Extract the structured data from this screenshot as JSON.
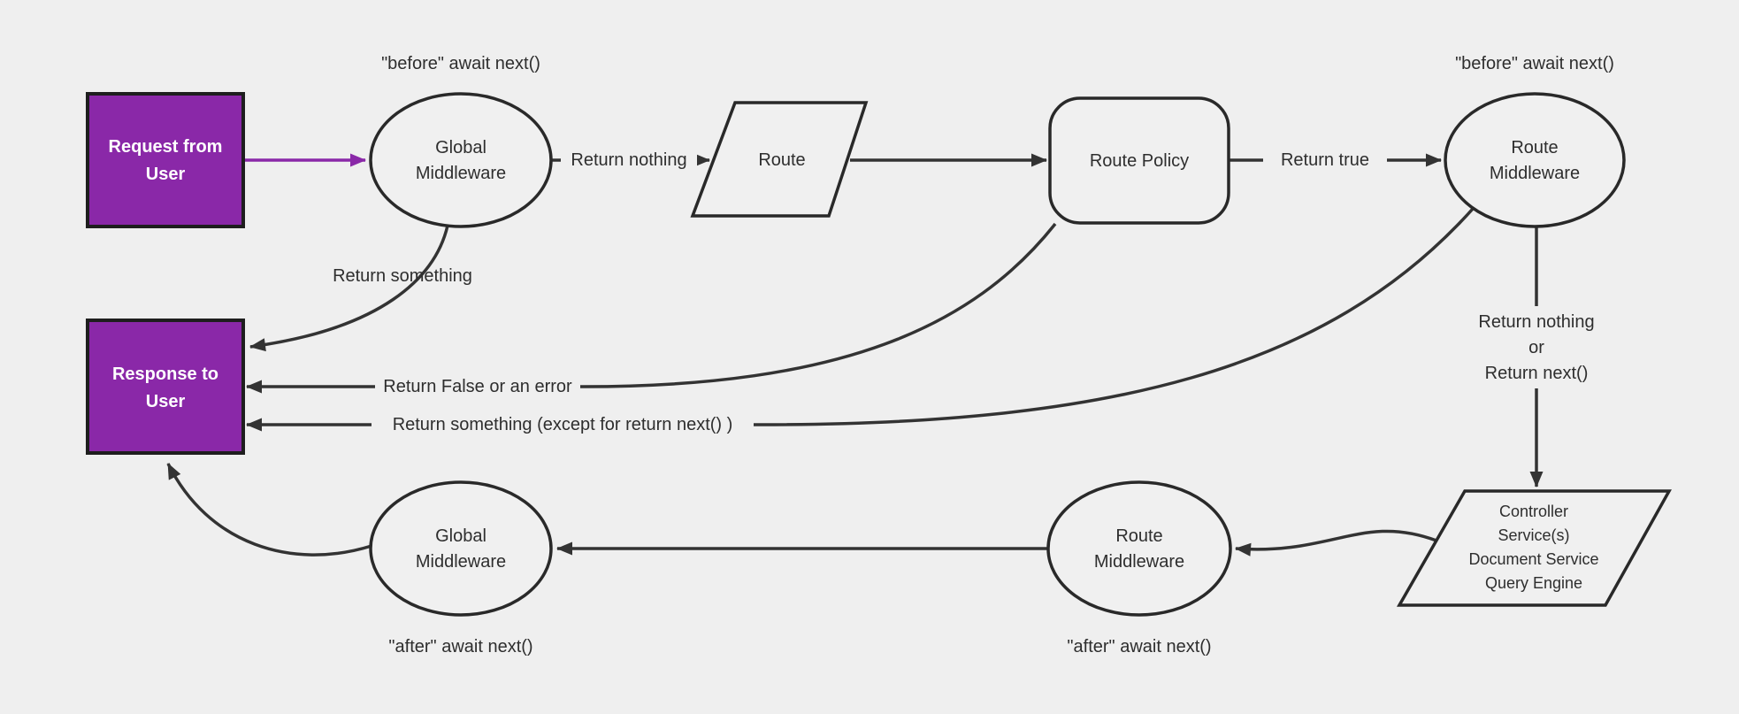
{
  "diagram": {
    "title": "Backend request / response middleware flow",
    "colors": {
      "background": "#efefef",
      "node_fill": "#f0f0f0",
      "node_stroke": "#292929",
      "edge_stroke": "#333333",
      "accent_purple": "#8a28a8",
      "text_dark": "#2e2e2e",
      "text_on_purple": "#ffffff"
    },
    "nodes": {
      "request": {
        "line1": "Request from",
        "line2": "User"
      },
      "global_mw_top": {
        "line1": "Global",
        "line2": "Middleware"
      },
      "route": {
        "line1": "Route"
      },
      "route_policy": {
        "line1": "Route Policy"
      },
      "route_mw_top": {
        "line1": "Route",
        "line2": "Middleware"
      },
      "response": {
        "line1": "Response to",
        "line2": "User"
      },
      "global_mw_bottom": {
        "line1": "Global",
        "line2": "Middleware"
      },
      "route_mw_bottom": {
        "line1": "Route",
        "line2": "Middleware"
      },
      "controller": {
        "line1": "Controller",
        "line2": "Service(s)",
        "line3": "Document Service",
        "line4": "Query Engine"
      }
    },
    "annotations": {
      "before_top_left": "\"before\" await next()",
      "before_top_right": "\"before\" await next()",
      "after_bottom_left": "\"after\" await next()",
      "after_bottom_mid": "\"after\" await next()"
    },
    "edge_labels": {
      "return_nothing": "Return nothing",
      "return_true": "Return true",
      "return_something": "Return something",
      "return_false_or_error": "Return False or an error",
      "return_something_except": "Return something (except for return next() )",
      "return_nothing_or_line1": "Return nothing",
      "return_nothing_or_line2": "or",
      "return_nothing_or_line3": "Return next()"
    }
  }
}
